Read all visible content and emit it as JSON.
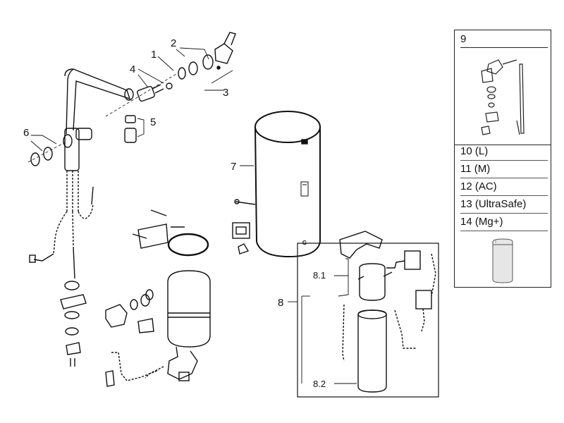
{
  "labels": {
    "l1": "1",
    "l2": "2",
    "l3": "3",
    "l4": "4",
    "l5": "5",
    "l6": "6",
    "l7": "7",
    "l8": "8",
    "l8_1": "8.1",
    "l8_2": "8.2"
  },
  "panel": {
    "header": "9",
    "rows": [
      "10 (L)",
      "11 (M)",
      "12 (AC)",
      "13 (UltraSafe)",
      "14 (Mg+)"
    ]
  }
}
